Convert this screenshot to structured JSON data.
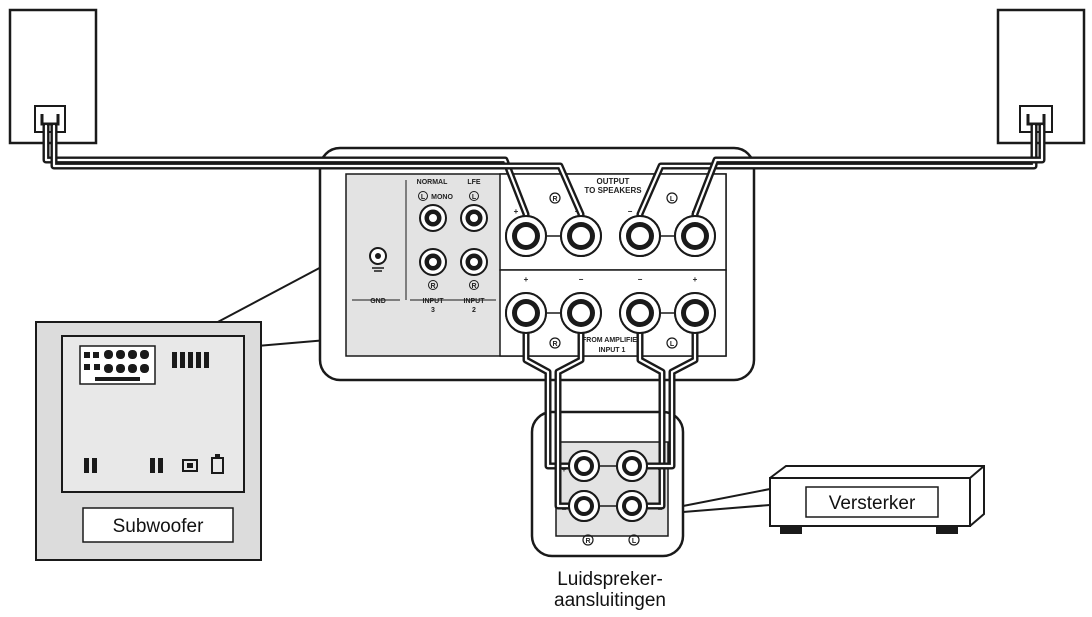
{
  "labels": {
    "subwoofer": "Subwoofer",
    "amplifier": "Versterker",
    "speaker_terminals_line1": "Luidspreker-",
    "speaker_terminals_line2": "aansluitingen"
  },
  "panel": {
    "output_line1": "OUTPUT",
    "output_line2": "TO SPEAKERS",
    "from_amp_line1": "FROM AMPLIFIER",
    "from_amp_line2": "INPUT 1",
    "normal": "NORMAL",
    "lfe": "LFE",
    "mono": "MONO",
    "input3_line1": "INPUT",
    "input3_line2": "3",
    "input2_line1": "INPUT",
    "input2_line2": "2",
    "gnd": "GND",
    "r": "R",
    "l": "L",
    "plus": "+",
    "minus": "−"
  },
  "colors": {
    "panel_fill": "#e3e3e3",
    "subwoofer_fill": "#dcdcdc",
    "line": "#1a1a1a"
  }
}
